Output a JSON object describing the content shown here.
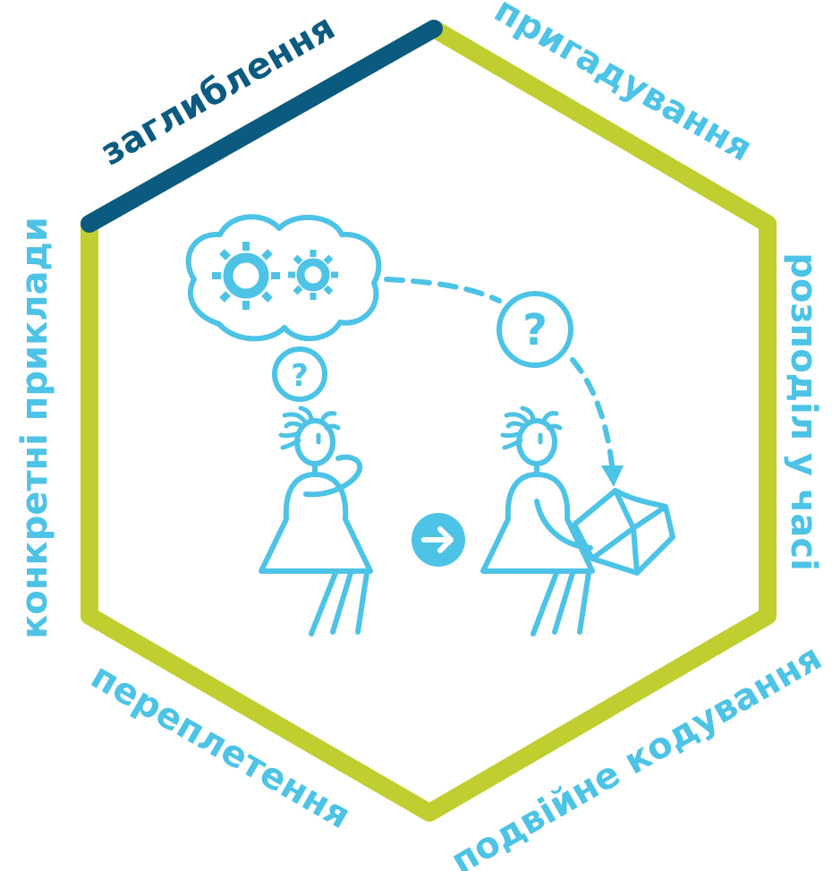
{
  "labels": {
    "top_left": "заглиблення",
    "top_right": "пригадування",
    "right": "розподіл у часі",
    "bottom_right": "подвійне кодування",
    "bottom_left": "переплетення",
    "left": "конкретні приклади"
  },
  "question_mark": "?",
  "colors": {
    "hexagon_lime": "#C0CF2F",
    "highlight_navy": "#0B5A80",
    "cyan": "#4DC3E6",
    "background": "#FFFFFF"
  },
  "highlighted_edge": "top_left"
}
